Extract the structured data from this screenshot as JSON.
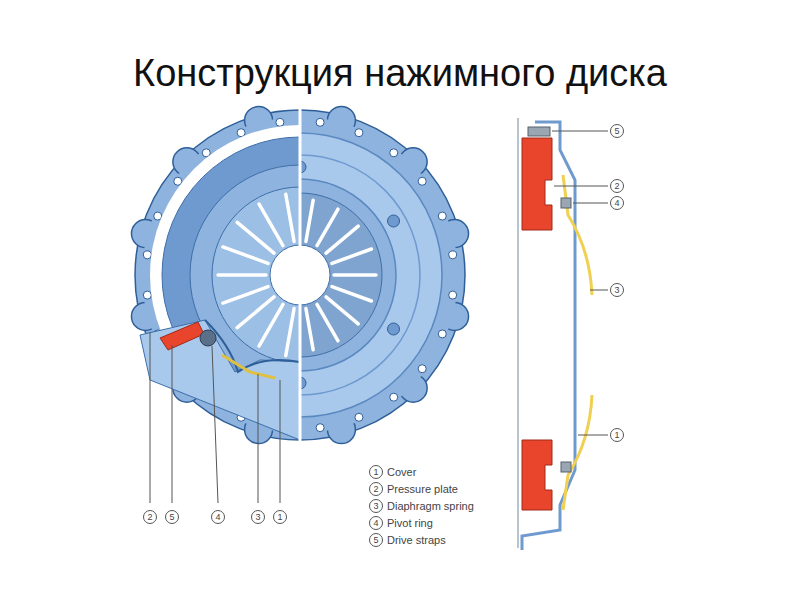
{
  "diagram": {
    "title": "Конструкция нажимного диска",
    "labels": [
      "2",
      "5",
      "4",
      "3",
      "1",
      "5",
      "2",
      "4",
      "3",
      "1",
      "1",
      "Cover",
      "2",
      "Pressure plate",
      "3",
      "Diaphragm spring",
      "4",
      "Pivot ring",
      "5",
      "Drive straps"
    ]
  }
}
